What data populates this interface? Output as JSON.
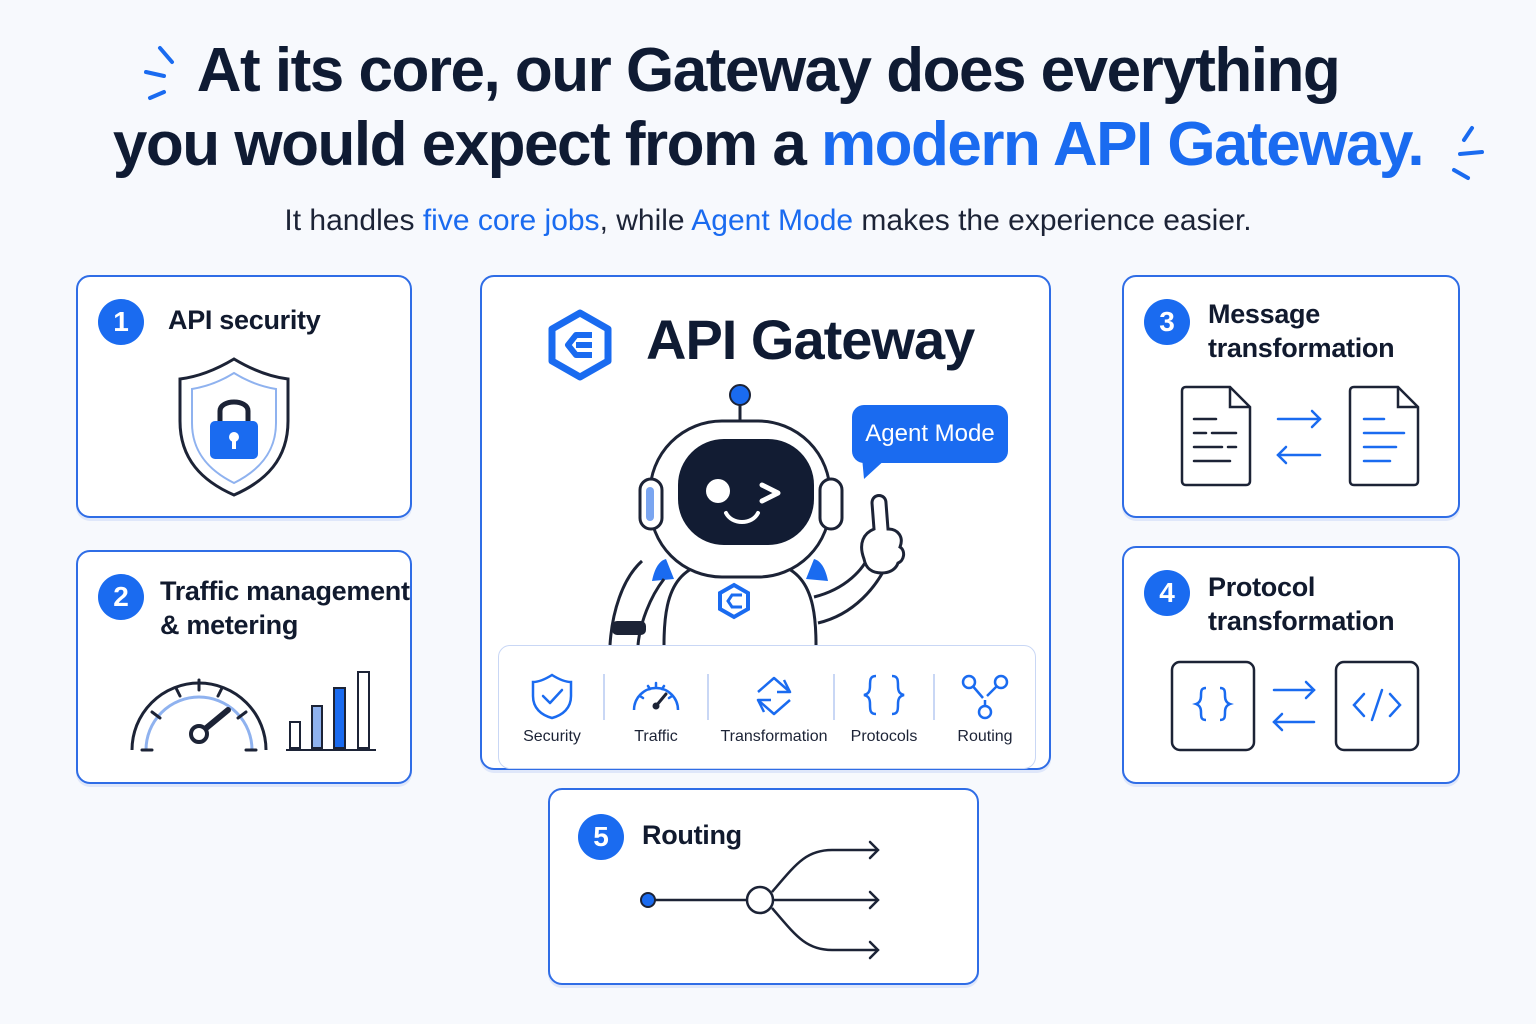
{
  "headline": {
    "line1": "At its core, our Gateway does everything",
    "line2_prefix": "you would expect from a ",
    "line2_accent": "modern API Gateway."
  },
  "subline": {
    "part1": "It handles ",
    "accent1": "five core jobs",
    "part2": ", while ",
    "accent2": "Agent Mode",
    "part3": " makes the experience easier."
  },
  "cards": [
    {
      "number": "1",
      "title": "API security",
      "icon": "shield-lock-icon"
    },
    {
      "number": "2",
      "title_line1": "Traffic management",
      "title_line2": "& metering",
      "icon": "speedometer-bar-chart-icon"
    },
    {
      "number": "3",
      "title_line1": "Message",
      "title_line2": "transformation",
      "icon": "document-exchange-icon"
    },
    {
      "number": "4",
      "title_line1": "Protocol",
      "title_line2": "transformation",
      "icon": "code-exchange-icon"
    },
    {
      "number": "5",
      "title": "Routing",
      "icon": "routing-fork-icon"
    }
  ],
  "gateway": {
    "title": "API Gateway",
    "agent_label": "Agent Mode",
    "features": [
      {
        "label": "Security",
        "icon": "shield-check-icon"
      },
      {
        "label": "Traffic",
        "icon": "gauge-icon"
      },
      {
        "label": "Transformation",
        "icon": "refresh-icon"
      },
      {
        "label": "Protocols",
        "icon": "braces-icon"
      },
      {
        "label": "Routing",
        "icon": "share-nodes-icon"
      }
    ]
  },
  "colors": {
    "accent": "#1a6bf0",
    "ink": "#0f1b33",
    "border": "#2f6de6",
    "background": "#f7f9fd"
  }
}
